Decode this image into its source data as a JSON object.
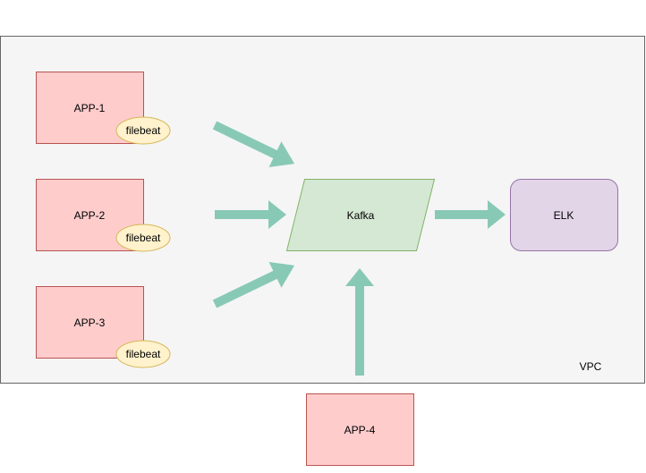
{
  "diagram": {
    "vpc": {
      "label": "VPC"
    },
    "apps": [
      {
        "label": "APP-1",
        "agent": "filebeat"
      },
      {
        "label": "APP-2",
        "agent": "filebeat"
      },
      {
        "label": "APP-3",
        "agent": "filebeat"
      }
    ],
    "external_app": {
      "label": "APP-4"
    },
    "kafka": {
      "label": "Kafka"
    },
    "elk": {
      "label": "ELK"
    }
  },
  "colors": {
    "vpc_fill": "#f5f5f5",
    "vpc_stroke": "#666666",
    "app_fill": "#ffcccc",
    "app_stroke": "#b85450",
    "agent_fill": "#fff2cc",
    "agent_stroke": "#d6b656",
    "kafka_fill": "#d5e8d4",
    "kafka_stroke": "#82b366",
    "elk_fill": "#e1d5e7",
    "elk_stroke": "#9673a6",
    "arrow": "#88c9b6"
  }
}
